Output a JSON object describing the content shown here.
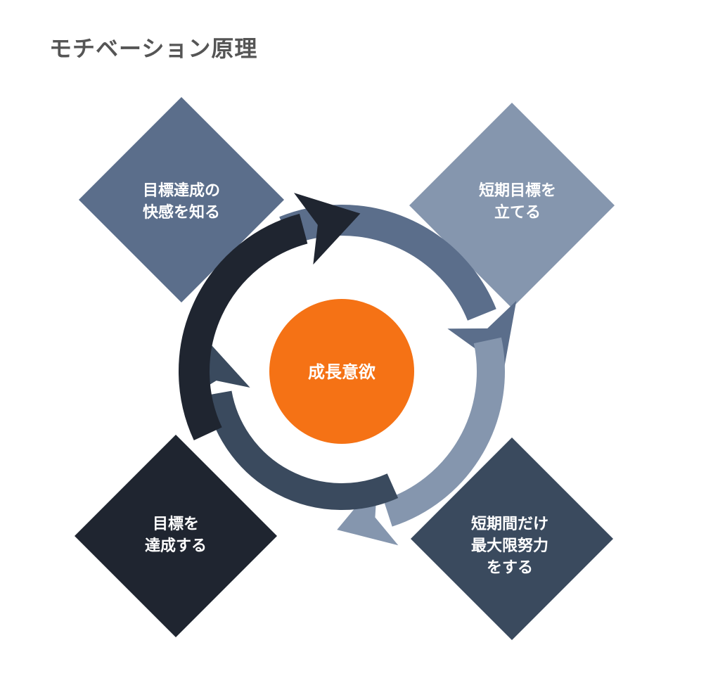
{
  "title": "モチベーション原理",
  "center": {
    "label": "成長意欲",
    "color": "#f57215"
  },
  "steps": [
    {
      "lines": [
        "目標達成の",
        "快感を知る"
      ],
      "color": "#5b6e8b"
    },
    {
      "lines": [
        "短期目標を",
        "立てる"
      ],
      "color": "#8596ae"
    },
    {
      "lines": [
        "短期間だけ",
        "最大限努力",
        "をする"
      ],
      "color": "#3a4a5e"
    },
    {
      "lines": [
        "目標を",
        "達成する"
      ],
      "color": "#1f2530"
    }
  ]
}
